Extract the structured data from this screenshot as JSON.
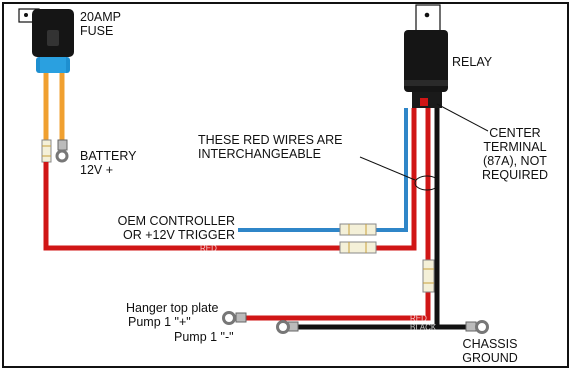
{
  "labels": {
    "fuse": "20AMP\nFUSE",
    "battery": "BATTERY\n12V +",
    "relay": "RELAY",
    "red_wires_note": "THESE RED WIRES ARE\nINTERCHANGEABLE",
    "center_terminal": "CENTER\nTERMINAL\n(87A), NOT\nREQUIRED",
    "oem_controller": "OEM CONTROLLER\nOR +12V TRIGGER",
    "hanger_top_plate": "Hanger top plate",
    "pump_plus": "Pump 1 \"+\"",
    "pump_minus": "Pump 1 \"-\"",
    "chassis_ground": "CHASSIS\nGROUND"
  },
  "wire_tags": {
    "main_red": "RED",
    "pump_red": "RED",
    "pump_black": "BLACK"
  },
  "colors": {
    "red_wire": "#d01616",
    "blue_wire": "#2f86c8",
    "black_wire": "#111111",
    "orange_wire": "#f0a030",
    "fuse_cap": "#1e8fd0",
    "body_black": "#151515"
  }
}
